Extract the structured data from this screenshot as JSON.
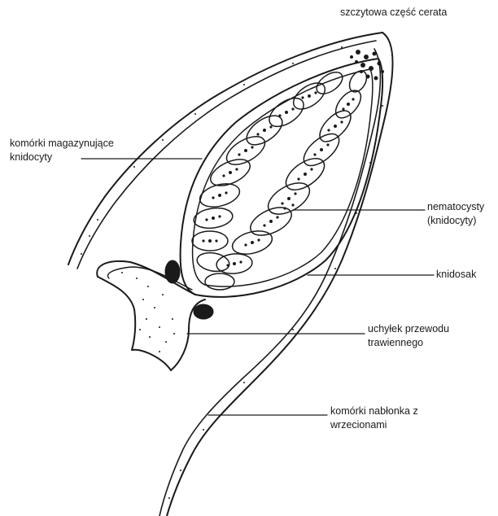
{
  "labels": {
    "apex": "szczytowa część cerata",
    "storage_cells_1": "komórki magazynujące",
    "storage_cells_2": "knidocyty",
    "nematocysts_1": "nematocysty",
    "nematocysts_2": "(knidocyty)",
    "cnidosac": "knidosak",
    "diverticulum_1": "uchyłek przewodu",
    "diverticulum_2": "trawiennego",
    "epithelium_1": "komórki nabłonka z",
    "epithelium_2": "wrzecionami"
  },
  "colors": {
    "ink": "#1a1a1a",
    "background": "#ffffff"
  }
}
